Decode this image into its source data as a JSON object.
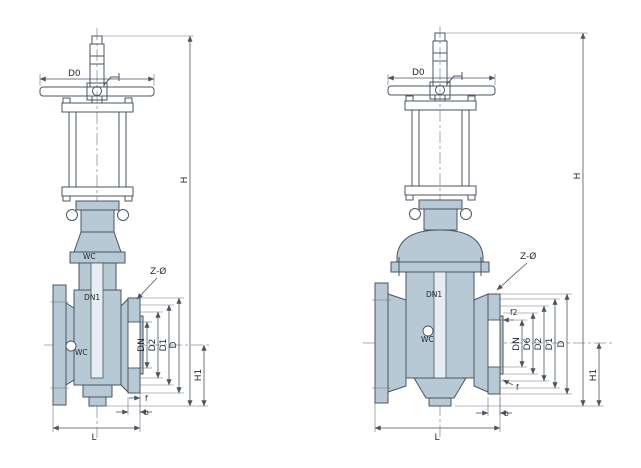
{
  "drawing": {
    "background": "#ffffff",
    "line_color": "#4a5560",
    "body_fill": "#b7c9d5",
    "left_valve": {
      "d0": "D0",
      "h": "H",
      "h1": "H1",
      "d": "D",
      "d1": "D1",
      "d2": "D2",
      "dn": "DN",
      "z_holes": "Z-Ø",
      "l": "L",
      "b": "b",
      "f": "f",
      "material_top": "WC",
      "bore_label": "DN1",
      "material_body": "WC"
    },
    "right_valve": {
      "d0": "D0",
      "h": "H",
      "h1": "H1",
      "d": "D",
      "d1": "D1",
      "d2": "D2",
      "d6": "D6",
      "dn": "DN",
      "z_holes": "Z-Ø",
      "l": "L",
      "b": "b",
      "f": "f",
      "f2": "f2",
      "bore_label": "DN1",
      "material": "WC"
    }
  }
}
